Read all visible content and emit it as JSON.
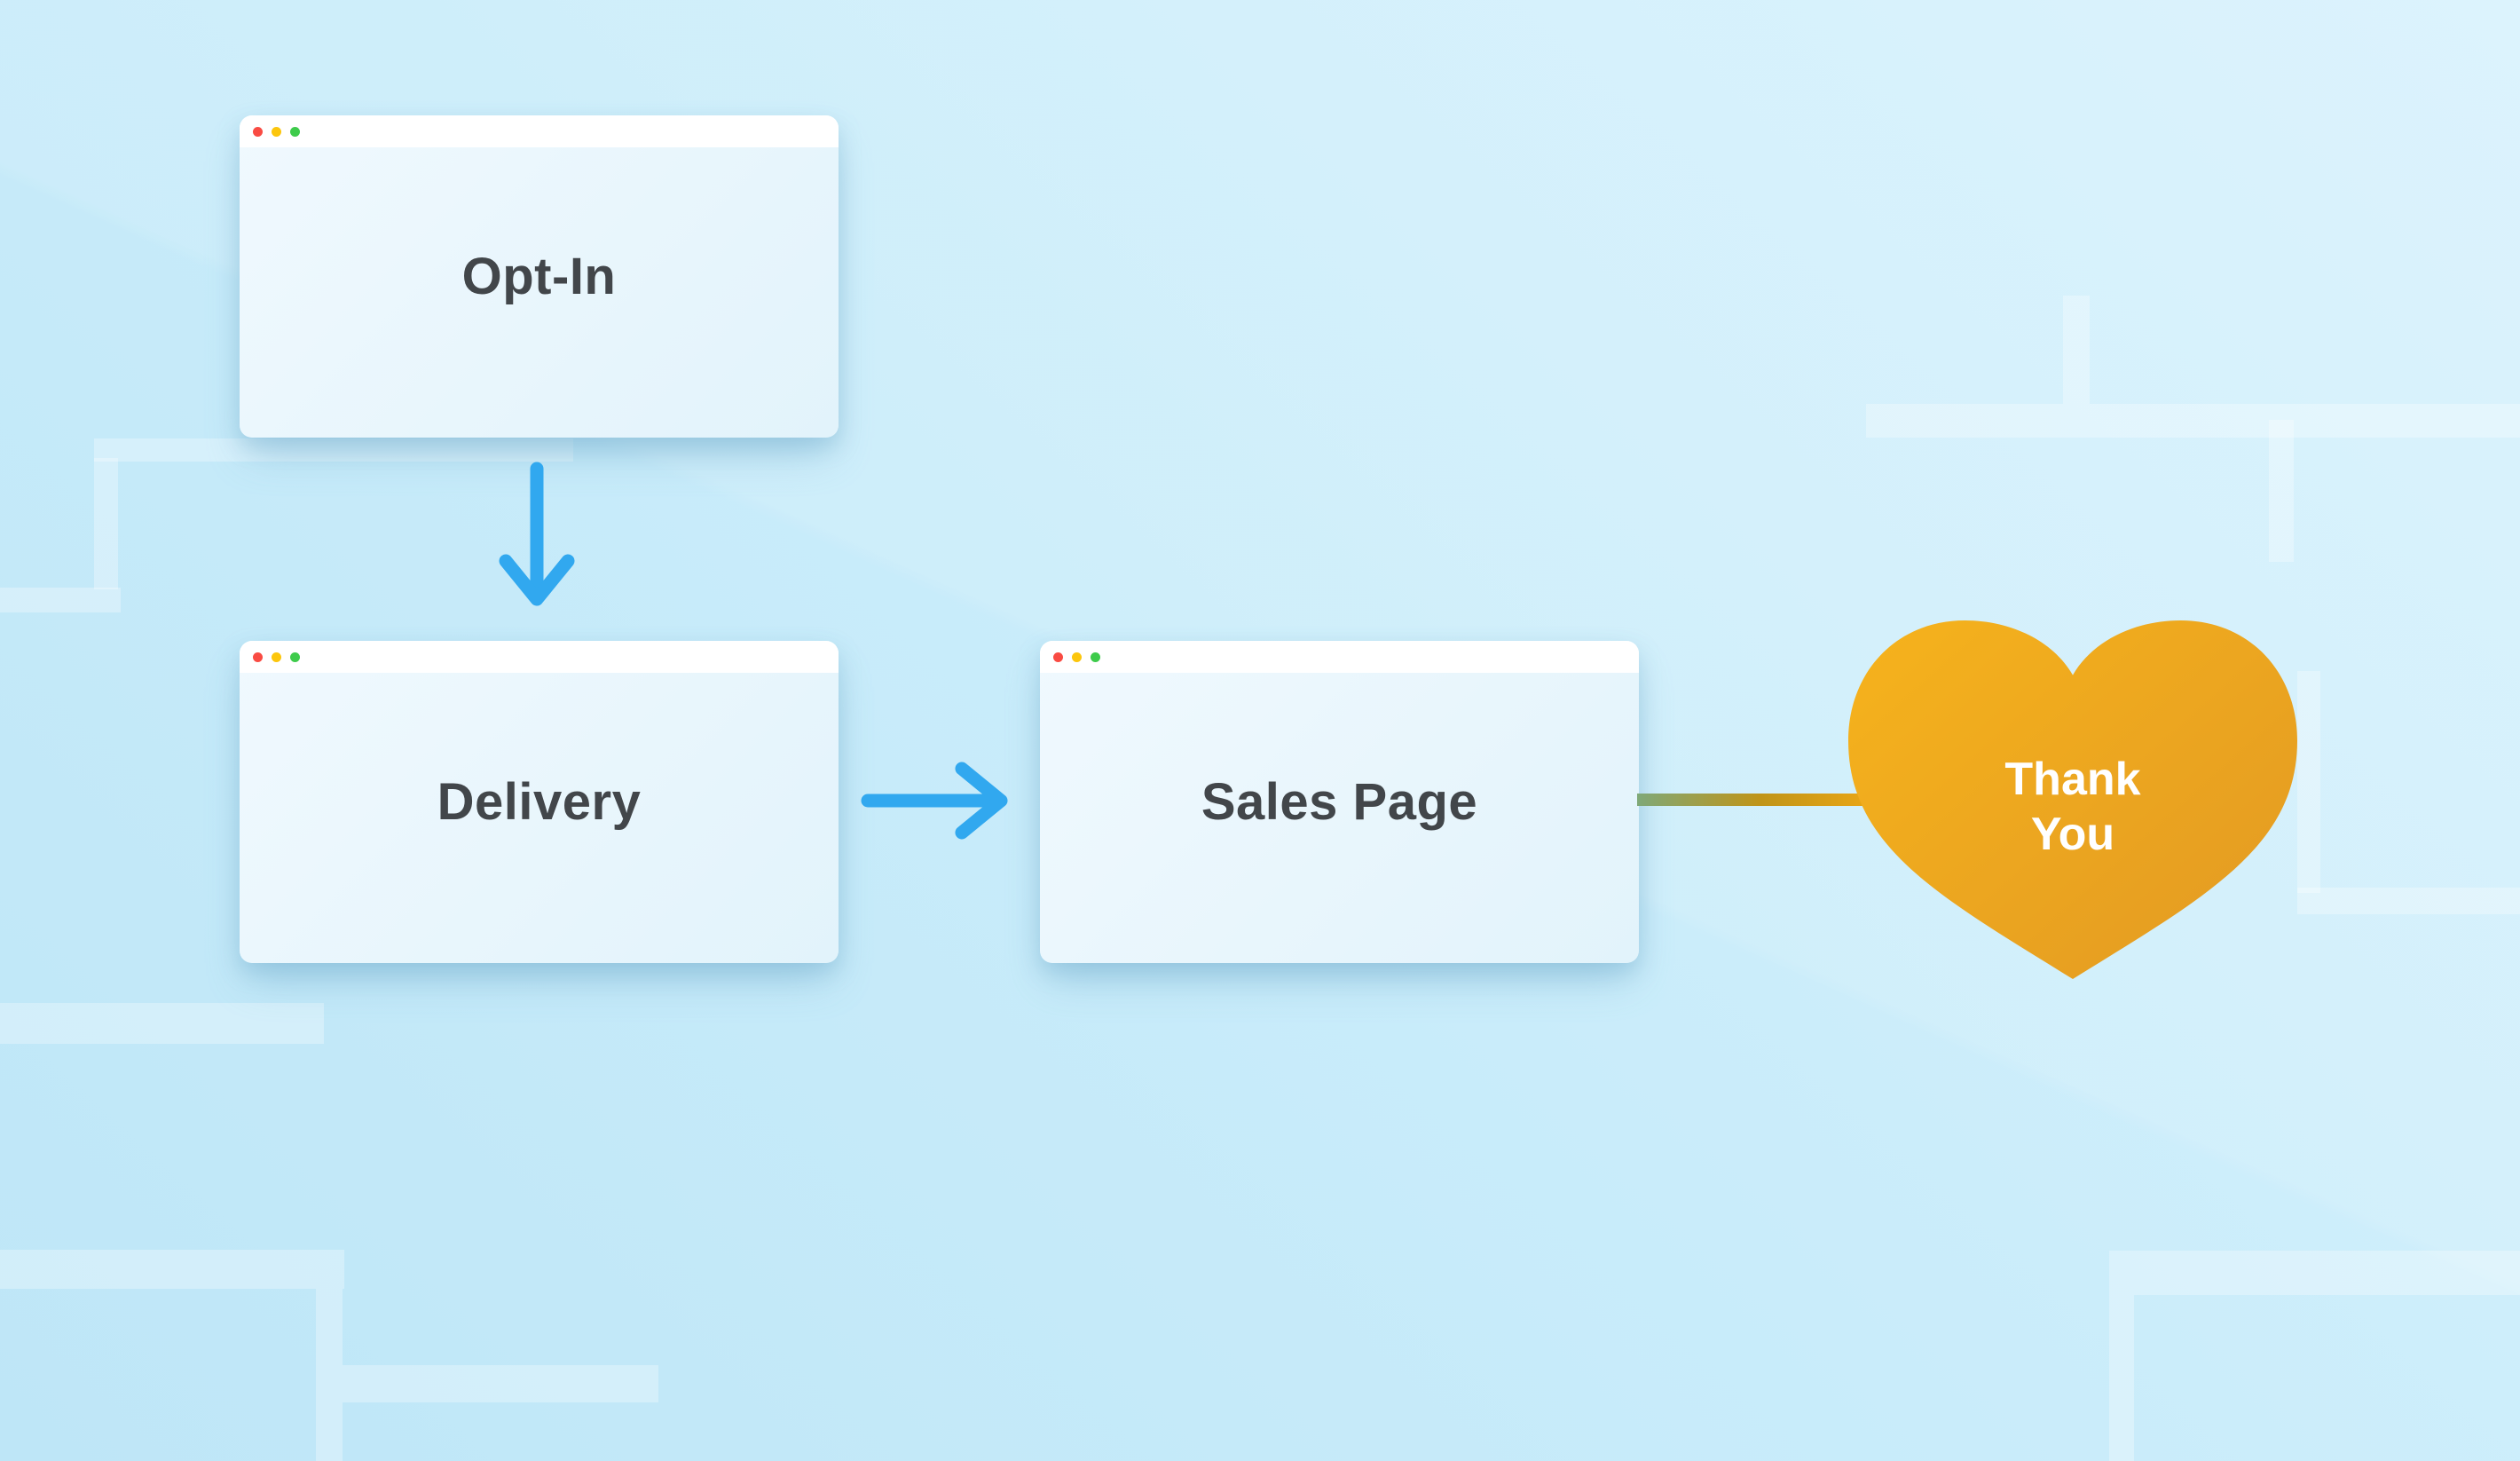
{
  "diagram": {
    "type": "funnel-flow",
    "nodes": [
      {
        "id": "opt-in",
        "label": "Opt-In",
        "shape": "browser-window"
      },
      {
        "id": "delivery",
        "label": "Delivery",
        "shape": "browser-window"
      },
      {
        "id": "sales-page",
        "label": "Sales Page",
        "shape": "browser-window"
      },
      {
        "id": "thank-you",
        "label": "Thank You",
        "label_lines": [
          "Thank",
          "You"
        ],
        "shape": "heart"
      }
    ],
    "connections": [
      {
        "from": "opt-in",
        "to": "delivery",
        "style": "arrow-down",
        "color": "#31a8ef"
      },
      {
        "from": "delivery",
        "to": "sales-page",
        "style": "arrow-right",
        "color": "#31a8ef"
      },
      {
        "from": "sales-page",
        "to": "thank-you",
        "style": "gradient-line",
        "colors": [
          "#7fa878",
          "#eaa616"
        ]
      }
    ],
    "window_chrome_dots": [
      "#f94b43",
      "#fcc60d",
      "#3ecb4b"
    ]
  },
  "theme": {
    "bg-tr": "#d8f2fd",
    "bg-mid": "#c9ecfa",
    "bg-bl": "#bee6f7",
    "decor": "rgba(255,255,255,0.30)",
    "card-bar": "#ffffff",
    "card-body-start": "#f0f9fe",
    "card-body-end": "#e2f3fb",
    "arrow-blue": "#31a8ef",
    "text-dark": "#42464a",
    "text-light": "#ffffff",
    "heart-start": "#f6b31c",
    "heart-end": "#e59d22",
    "connector-start": "#7fa878",
    "connector-mid": "#c09418",
    "connector-end": "#eaa616",
    "dot-red": "#f94b43",
    "dot-yellow": "#fcc60d",
    "dot-green": "#3ecb4b"
  }
}
